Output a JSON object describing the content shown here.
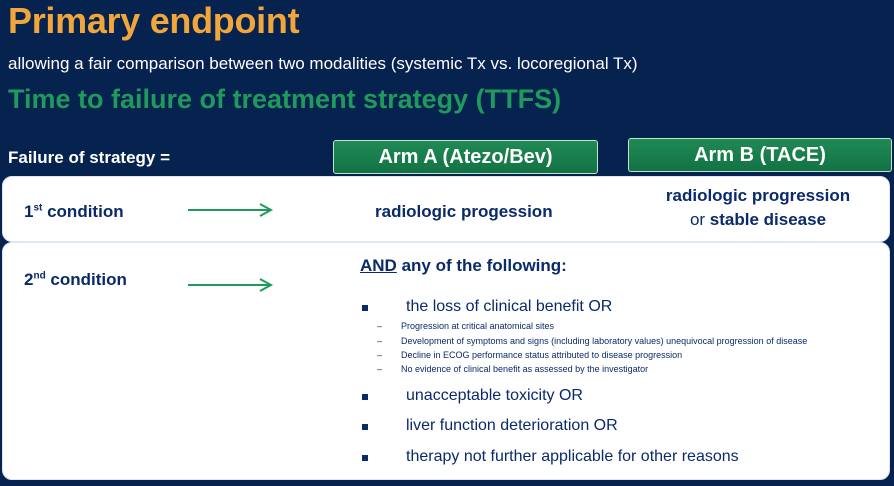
{
  "header": {
    "title": "Primary endpoint",
    "subtitle": "allowing a fair comparison between two modalities (systemic Tx vs. locoregional Tx)",
    "ttfs": "Time to failure of treatment strategy (TTFS)"
  },
  "failure_label": "Failure of strategy =",
  "arms": {
    "a": "Arm A (Atezo/Bev)",
    "b": "Arm B (TACE)"
  },
  "condition1": {
    "label_num": "1",
    "label_sup": "st",
    "label_rest": " condition",
    "arm_a": "radiologic progession",
    "arm_b_line1": "radiologic progression",
    "arm_b_or": "or ",
    "arm_b_line2": "stable disease"
  },
  "condition2": {
    "label_num": "2",
    "label_sup": "nd",
    "label_rest": " condition",
    "and_word": "AND",
    "and_rest": " any of the following:",
    "bullets": [
      "the loss of clinical benefit OR",
      "unacceptable toxicity OR",
      "liver function deterioration OR",
      "therapy not further applicable for other reasons"
    ],
    "sub_dash": "–",
    "sub_items": [
      "Progression at critical anatomical sites",
      "Development of symptoms and signs (including laboratory values) unequivocal progression of disease",
      "Decline in ECOG performance status attributed to disease progression",
      "No evidence of clinical benefit as assessed by the investigator"
    ]
  },
  "colors": {
    "background": "#06224f",
    "title": "#f0a63a",
    "accent_green": "#1f9a5c",
    "text_navy": "#0a2a6a"
  },
  "icons": [
    "arrow-right-icon",
    "square-bullet-icon"
  ]
}
